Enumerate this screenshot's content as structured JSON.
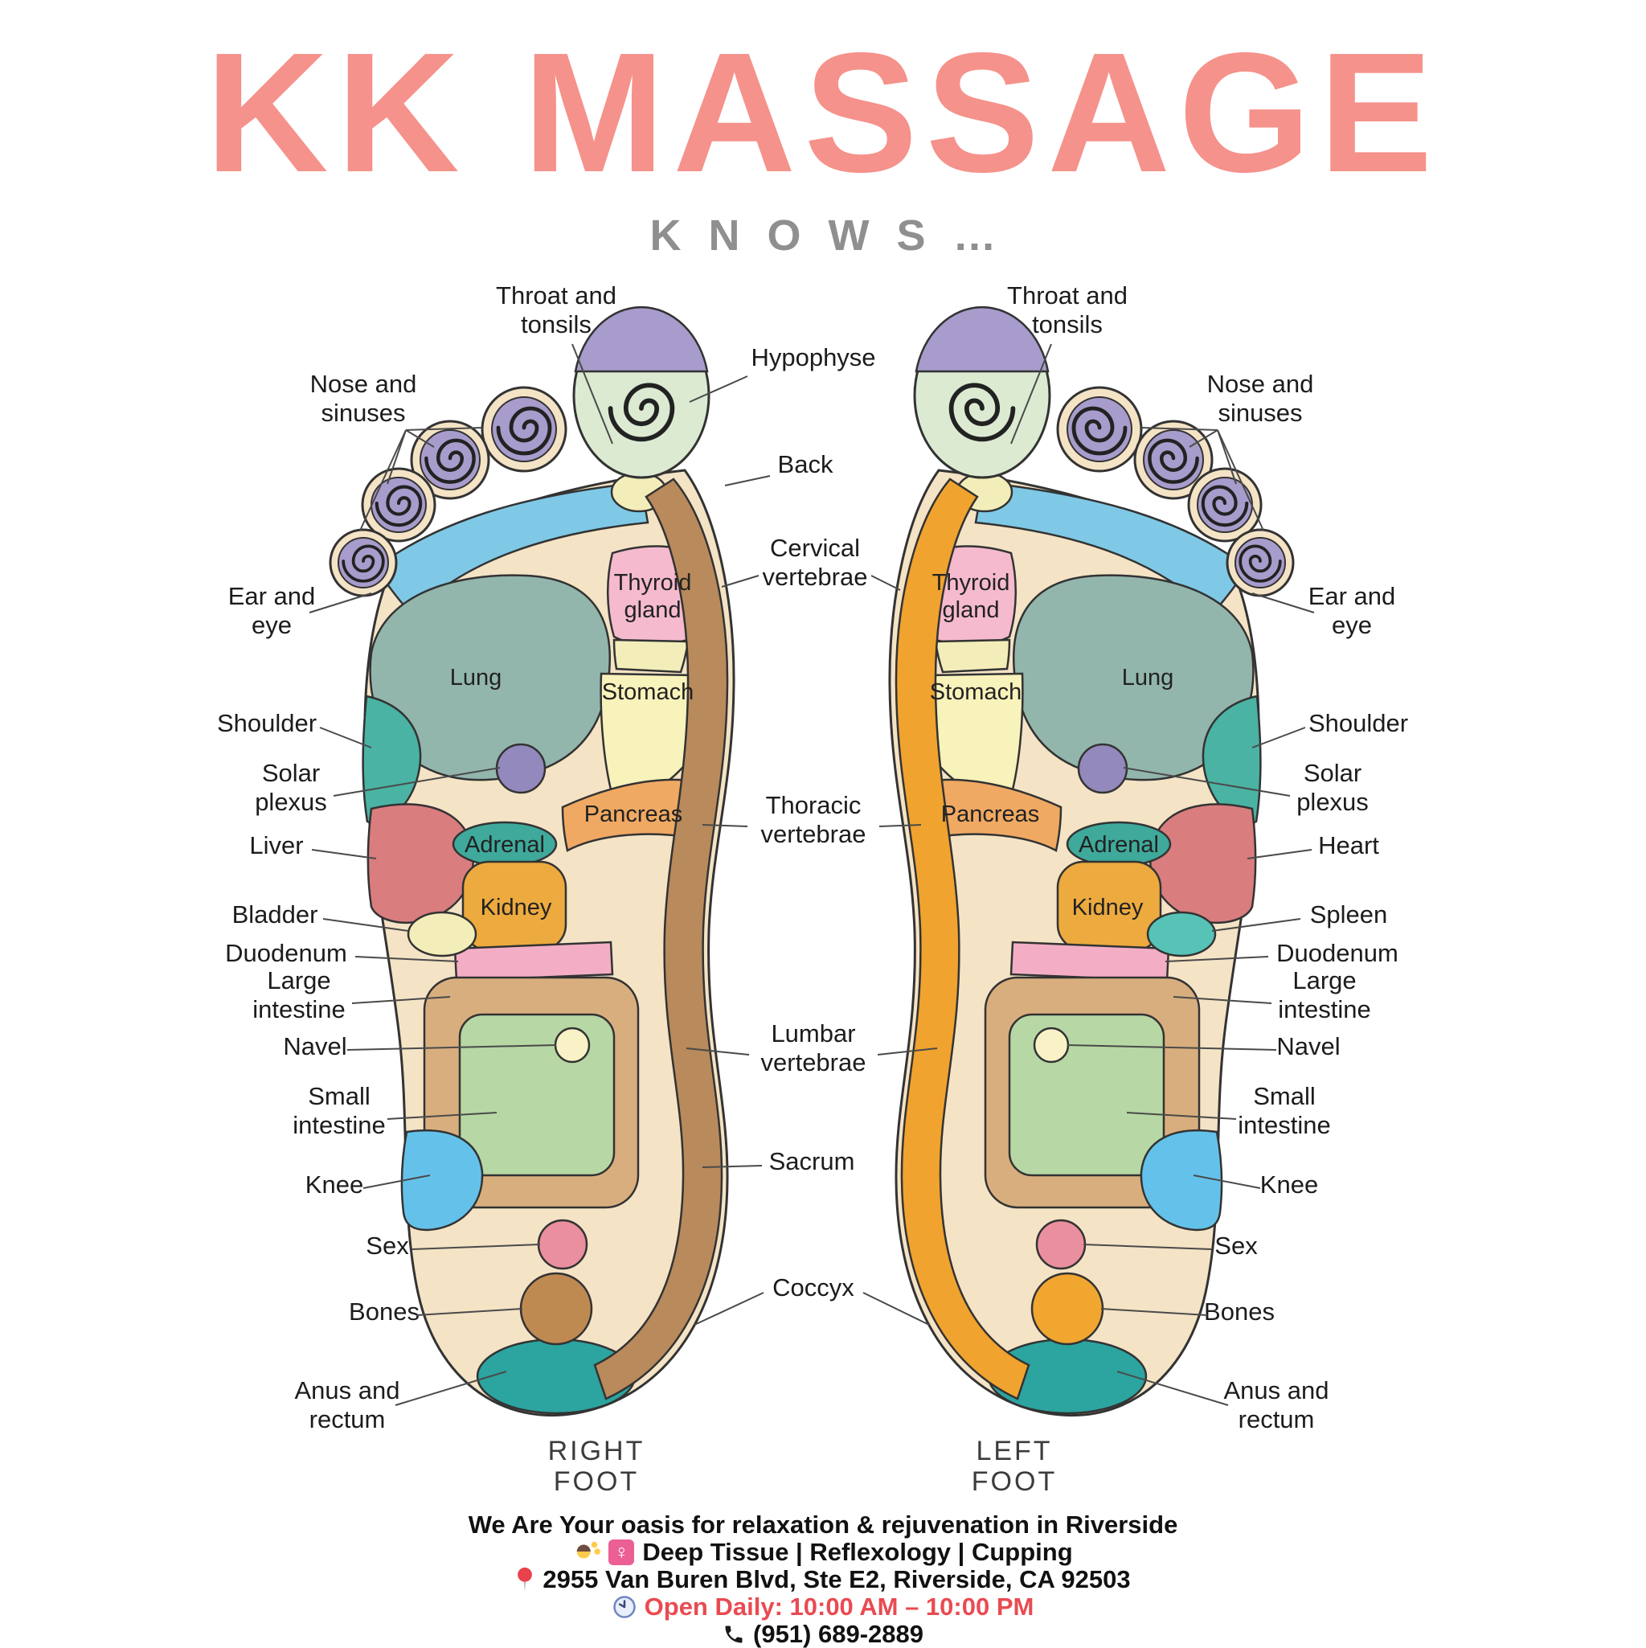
{
  "header": {
    "title": "KK MASSAGE",
    "subtitle": "KNOWS…"
  },
  "diagram": {
    "labels": {
      "throat_tonsils": [
        "Throat and",
        "tonsils"
      ],
      "nose_sinuses": [
        "Nose and",
        "sinuses"
      ],
      "ear_eye": [
        "Ear and",
        "eye"
      ],
      "shoulder": "Shoulder",
      "solar_plexus": [
        "Solar",
        "plexus"
      ],
      "liver": "Liver",
      "heart": "Heart",
      "bladder": "Bladder",
      "spleen": "Spleen",
      "duodenum": "Duodenum",
      "large_intestine": [
        "Large",
        "intestine"
      ],
      "navel": "Navel",
      "small_intestine": [
        "Small",
        "intestine"
      ],
      "knee": "Knee",
      "sex": "Sex",
      "bones": "Bones",
      "anus_rectum": [
        "Anus and",
        "rectum"
      ],
      "hypophyse": "Hypophyse",
      "back": "Back",
      "cervical": [
        "Cervical",
        "vertebrae"
      ],
      "thoracic": [
        "Thoracic",
        "vertebrae"
      ],
      "lumbar": [
        "Lumbar",
        "vertebrae"
      ],
      "sacrum": "Sacrum",
      "coccyx": "Coccyx",
      "thyroid": [
        "Thyroid",
        "gland"
      ],
      "stomach": "Stomach",
      "lung": "Lung",
      "pancreas": "Pancreas",
      "adrenal": "Adrenal",
      "kidney": "Kidney"
    },
    "captions": {
      "right": [
        "RIGHT",
        "FOOT"
      ],
      "left": [
        "LEFT",
        "FOOT"
      ]
    }
  },
  "footer": {
    "line1": "We Are Your oasis for relaxation & rejuvenation in Riverside",
    "female_symbol": "♀",
    "services": "Deep Tissue | Reflexology | Cupping",
    "address": "2955 Van Buren Blvd, Ste E2, Riverside, CA 92503",
    "hours": "Open Daily: 10:00 AM – 10:00 PM",
    "phone": "(951) 689-2889"
  },
  "colors": {
    "title": "#f5928b",
    "subtitle": "#8f8f8f",
    "hours": "#e94b52",
    "skin": "#f4e3c5",
    "toe_purple": "#a79ccb",
    "big_toe_green": "#dcead2",
    "ear_eye_zone": "#7fc9e6",
    "lung": "#93b6ac",
    "shoulder": "#4ab3a4",
    "thyroid": "#f5bacd",
    "stomach": "#f8f2bb",
    "pancreas": "#f0a963",
    "solar_plexus": "#9489bd",
    "liver_heart": "#d97d7f",
    "adrenal": "#3fa99b",
    "kidney": "#edaa3e",
    "duodenum": "#f3aec6",
    "large_intestine": "#d9ae7e",
    "small_intestine": "#b7d7a5",
    "navel": "#f8f2c6",
    "knee": "#64c2ea",
    "sex": "#ea8f9e",
    "bones_right": "#bf8a52",
    "bones_left": "#f0a62f",
    "anus": "#2ca4a0",
    "spine_right": "#b98a5c",
    "spine_left": "#f0a32f",
    "pale_yellow": "#f3edb9",
    "spleen": "#57c3b6"
  }
}
